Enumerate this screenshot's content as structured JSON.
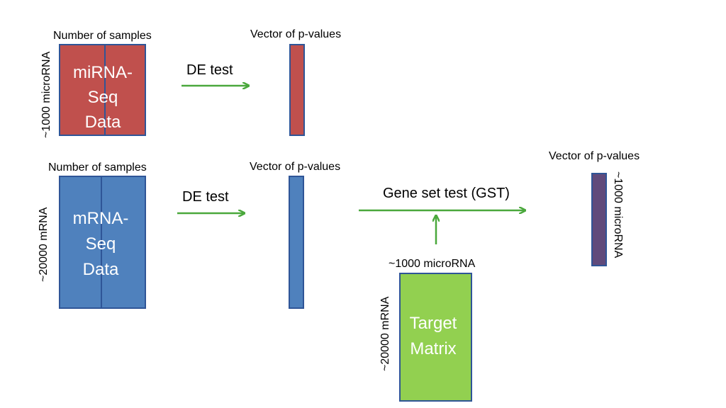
{
  "mirna_block": {
    "top_label": "Number of samples",
    "side_label": "~1000 microRNA",
    "box_lines": [
      "miRNA-",
      "Seq",
      "Data"
    ],
    "fill_color": "#C0504D",
    "arrow_label": "DE test",
    "output_label": "Vector of p-values"
  },
  "mrna_block": {
    "top_label": "Number of samples",
    "side_label": "~20000 mRNA",
    "box_lines": [
      "mRNA-",
      "Seq",
      "Data"
    ],
    "fill_color": "#4F81BD",
    "arrow_label": "DE test",
    "output_label": "Vector of p-values"
  },
  "gst": {
    "arrow_label": "Gene set test (GST)",
    "arrow_color": "#4AA83C"
  },
  "target_matrix": {
    "top_label": "~1000 microRNA",
    "side_label": "~20000 mRNA",
    "box_lines": [
      "Target",
      "Matrix"
    ],
    "fill_color": "#92D050"
  },
  "final_output": {
    "label": "Vector of p-values",
    "side_label": "~1000 microRNA",
    "fill_color": "#604A7B"
  }
}
